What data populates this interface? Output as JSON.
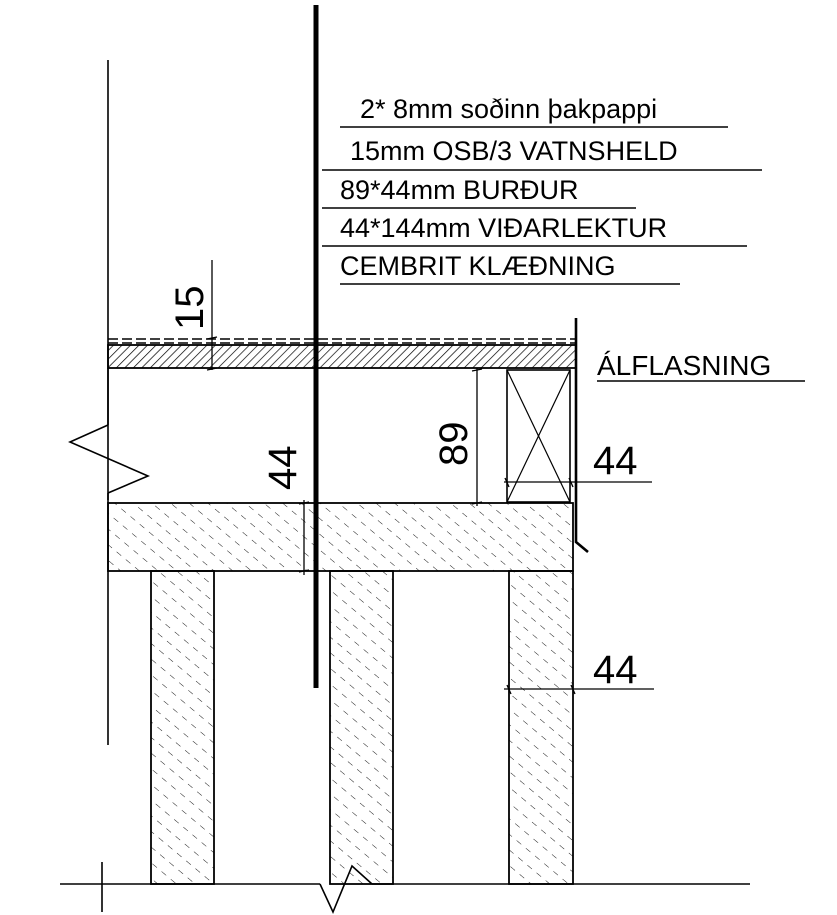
{
  "layers": [
    "2* 8mm soðinn þakpappi",
    "15mm OSB/3 VATNSHELD",
    "89*44mm BURÐUR",
    "44*144mm VIÐARLEKTUR",
    "CEMBRIT KLÆÐNING"
  ],
  "flashing_label": "ÁLFLASNING",
  "dimensions": {
    "deck": "15",
    "joist_height": "89",
    "joist_width": "44",
    "batten": "44",
    "post": "44"
  }
}
